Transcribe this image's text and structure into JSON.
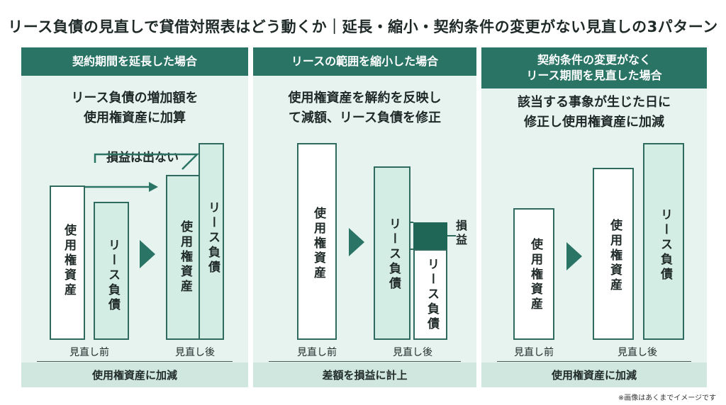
{
  "title": "リース負債の見直しで貸借対照表はどう動くか｜延長・縮小・契約条件の変更がない見直しの3パターン",
  "panels": [
    {
      "header": "契約期間を延長した場合",
      "heading_lines": [
        "リース負債の増加額を",
        "使用権資産に加算"
      ],
      "callout": "損益は出ない",
      "bars": [
        "使用権資産",
        "リース負債",
        "使用権資産",
        "リース負債"
      ],
      "before": "見直し前",
      "after": "見直し後",
      "footer": "使用権資産に加減"
    },
    {
      "header": "リースの範囲を縮小した場合",
      "heading_lines": [
        "使用権資産を解約を反映し",
        "て減額、リース負債を修正"
      ],
      "bars": [
        "使用権資産",
        "リース負債",
        "リース負債"
      ],
      "loss_label": "損益",
      "before": "見直し前",
      "after": "見直し後",
      "footer": "差額を損益に計上"
    },
    {
      "header_lines": [
        "契約条件の変更がなく",
        "リース期間を見直した場合"
      ],
      "heading_lines": [
        "該当する事象が生じた日に",
        "修正し使用権資産に加減"
      ],
      "bars": [
        "使用権資産",
        "使用権資産",
        "リース負債"
      ],
      "before": "見直し前",
      "after": "見直し後",
      "footer": "使用権資産に加減"
    }
  ],
  "note": "※画像はあくまでイメージです",
  "colors": {
    "accent": "#2a7466",
    "panel_bg": "#e6f3ef",
    "bar_mint": "#d4ede4",
    "footer_bg": "#cfe7df"
  }
}
